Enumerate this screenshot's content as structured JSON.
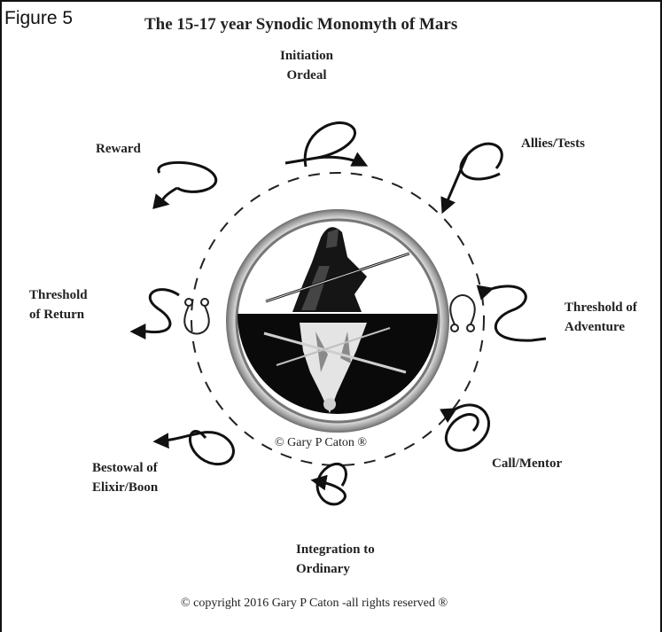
{
  "figure_label": "Figure 5",
  "title": "The 15-17 year Synodic Monomyth of Mars",
  "stages": {
    "initiation": "Initiation\nOrdeal",
    "allies": "Allies/Tests",
    "reward": "Reward",
    "threshold_return": "Threshold\nof Return",
    "threshold_adventure": "Threshold of\nAdventure",
    "call": "Call/Mentor",
    "bestowal": "Bestowal of\nElixir/Boon",
    "integration": "Integration to\nOrdinary"
  },
  "inner_copyright": "© Gary P Caton ®",
  "footer": "© copyright 2016 Gary P Caton -all rights reserved ®",
  "icons": {
    "left_node": "south-node-icon",
    "right_node": "north-node-icon"
  }
}
